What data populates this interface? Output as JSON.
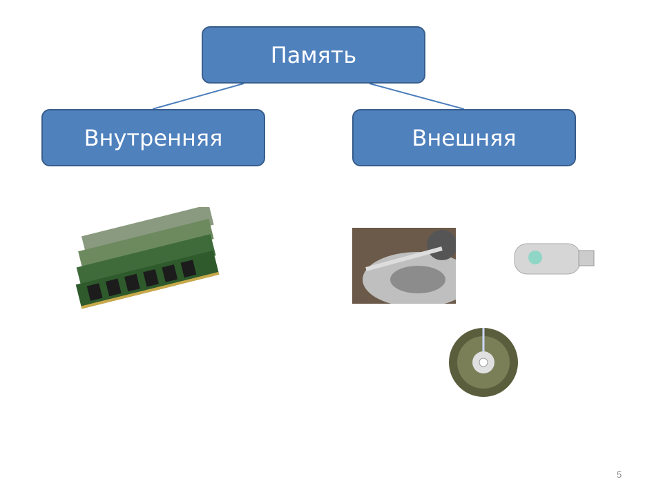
{
  "root": {
    "label": "Память"
  },
  "children": [
    {
      "label": "Внутренняя"
    },
    {
      "label": "Внешняя"
    }
  ],
  "images": [
    "ram-modules",
    "hard-disk",
    "usb-flash-drive",
    "optical-disc"
  ],
  "slide_number": "5",
  "colors": {
    "box_fill": "#4f81bd",
    "box_border": "#385d8a",
    "connector": "#4a7ebb"
  }
}
